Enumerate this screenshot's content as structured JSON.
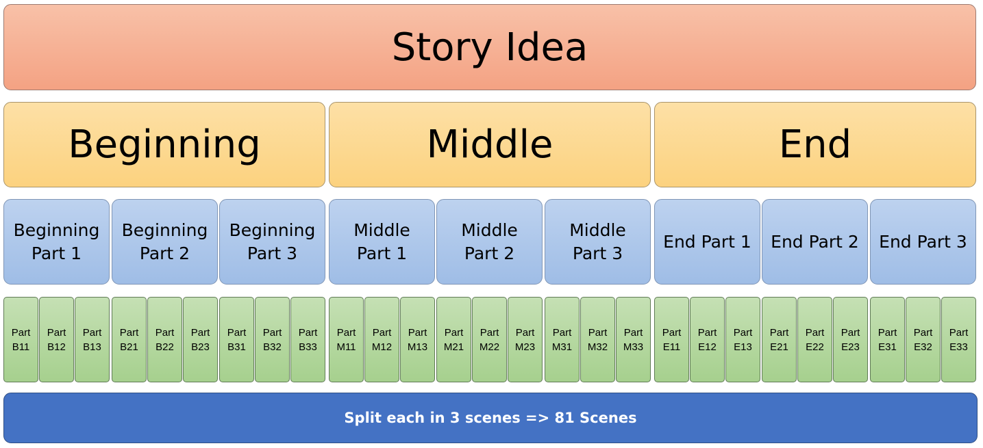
{
  "story_idea": "Story Idea",
  "acts": [
    {
      "label": "Beginning"
    },
    {
      "label": "Middle"
    },
    {
      "label": "End"
    }
  ],
  "parts": [
    {
      "label": "Beginning\nPart 1"
    },
    {
      "label": "Beginning\nPart 2"
    },
    {
      "label": "Beginning\nPart 3"
    },
    {
      "label": "Middle\nPart 1"
    },
    {
      "label": "Middle\nPart 2"
    },
    {
      "label": "Middle\nPart 3"
    },
    {
      "label": "End Part 1"
    },
    {
      "label": "End Part 2"
    },
    {
      "label": "End Part 3"
    }
  ],
  "subparts": [
    {
      "label": "Part\nB11"
    },
    {
      "label": "Part\nB12"
    },
    {
      "label": "Part\nB13"
    },
    {
      "label": "Part\nB21"
    },
    {
      "label": "Part\nB22"
    },
    {
      "label": "Part\nB23"
    },
    {
      "label": "Part\nB31"
    },
    {
      "label": "Part\nB32"
    },
    {
      "label": "Part\nB33"
    },
    {
      "label": "Part\nM11"
    },
    {
      "label": "Part\nM12"
    },
    {
      "label": "Part\nM13"
    },
    {
      "label": "Part\nM21"
    },
    {
      "label": "Part\nM22"
    },
    {
      "label": "Part\nM23"
    },
    {
      "label": "Part\nM31"
    },
    {
      "label": "Part\nM32"
    },
    {
      "label": "Part\nM33"
    },
    {
      "label": "Part\nE11"
    },
    {
      "label": "Part\nE12"
    },
    {
      "label": "Part\nE13"
    },
    {
      "label": "Part\nE21"
    },
    {
      "label": "Part\nE22"
    },
    {
      "label": "Part\nE23"
    },
    {
      "label": "Part\nE31"
    },
    {
      "label": "Part\nE32"
    },
    {
      "label": "Part\nE33"
    }
  ],
  "footer": "Split each in 3 scenes => 81 Scenes"
}
